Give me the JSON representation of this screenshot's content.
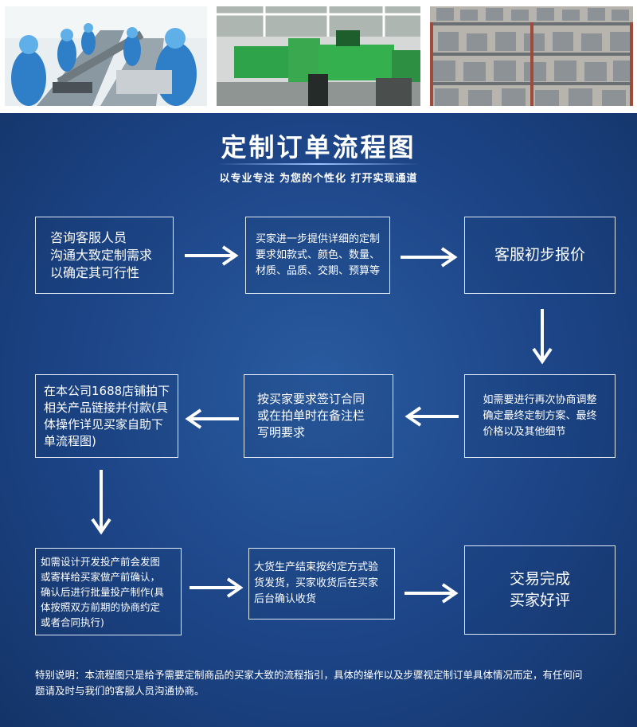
{
  "photos": [
    {
      "name": "workers-assembly-photo"
    },
    {
      "name": "injection-machines-photo"
    },
    {
      "name": "product-racks-photo"
    }
  ],
  "title": "定制订单流程图",
  "subtitle": "以专业专注 为您的个性化 打开实现通道",
  "steps": {
    "s1": "咨询客服人员\n沟通大致定制需求\n以确定其可行性",
    "s2": "买家进一步提供详细的定制\n要求如款式、颜色、数量、\n材质、品质、交期、预算等",
    "s3": "客服初步报价",
    "s4": "如需要进行再次协商调整\n确定最终定制方案、最终\n价格以及其他细节",
    "s5": "按买家要求签订合同\n或在拍单时在备注栏\n写明要求",
    "s6": "在本公司1688店铺拍下\n相关产品链接并付款(具\n体操作详见买家自助下\n单流程图)",
    "s7": "如需设计开发投产前会发图\n或寄样给买家做产前确认，\n确认后进行批量投产制作(具\n体按照双方前期的协商约定\n或者合同执行)",
    "s8": "大货生产结束按约定方式验\n货发货，买家收货后在买家\n后台确认收货",
    "s9": "交易完成\n买家好评"
  },
  "note": "特别说明：本流程图只是给予需要定制商品的买家大致的流程指引，具体的操作以及步骤视定制订单具体情况而定，有任何问\n题请及时与我们的客服人员沟通协商。",
  "colors": {
    "panel": "#1c4486",
    "box_border": "#dfe9f7",
    "arrow": "#ffffff",
    "text": "#ffffff"
  }
}
